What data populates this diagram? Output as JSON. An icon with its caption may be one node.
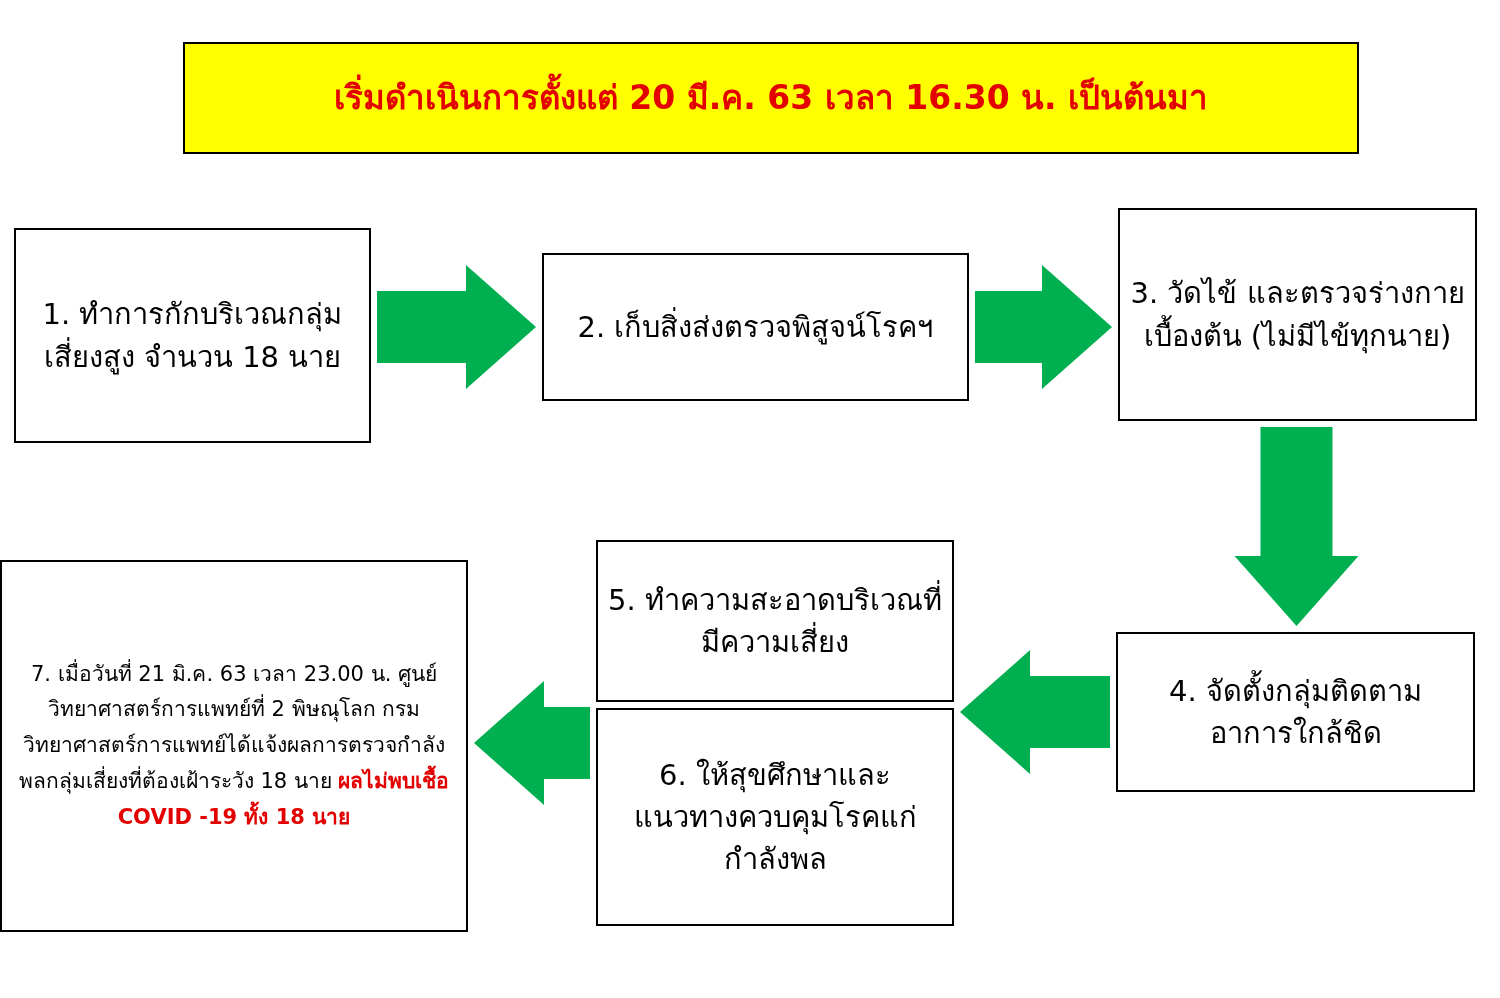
{
  "diagram": {
    "nodes": [
      {
        "text": [
          "เริ่มดำเนินการตั้งแต่ 20 มี.ค. 63 เวลา 16.30 น. เป็นต้นมา"
        ]
      },
      {
        "text": [
          "1. ทำการกักบริเวณกลุ่มเสี่ยงสูง จำนวน 18 นาย"
        ]
      },
      {
        "text": [
          "2. เก็บสิ่งส่งตรวจพิสูจน์โรคฯ"
        ]
      },
      {
        "text": [
          "3. วัดไข้ และตรวจร่างกายเบื้องต้น (ไม่มีไข้ทุกนาย)"
        ]
      },
      {
        "text": [
          "4. จัดตั้งกลุ่มติดตามอาการใกล้ชิด"
        ]
      },
      {
        "text": [
          "5. ทำความสะอาดบริเวณที่มีความเสี่ยง"
        ]
      },
      {
        "text": [
          "6. ให้สุขศึกษาและแนวทางควบคุมโรคแก่กำลังพล"
        ]
      },
      {
        "text": [
          "7. เมื่อวันที่ 21 มิ.ค. 63 เวลา 23.00 น. ศูนย์วิทยาศาสตร์การแพทย์ที่ 2 พิษณุโลก กรมวิทยาศาสตร์การแพทย์ได้แจ้งผลการตรวจกำลังพลกลุ่มเสี่ยงที่ต้องเฝ้าระวัง 18 นาย",
          "ผลไม่พบเชื้อ COVID -19 ทั้ง 18 นาย"
        ]
      }
    ],
    "edges": [
      {
        "from": 1,
        "to": 2,
        "arrow": "to"
      },
      {
        "from": 2,
        "to": 3,
        "arrow": "to"
      },
      {
        "from": 3,
        "to": 4,
        "arrow": "to"
      },
      {
        "from": 4,
        "to": 5,
        "arrow": "to"
      },
      {
        "from": 4,
        "to": 6,
        "arrow": "to"
      },
      {
        "from": 5,
        "to": 7,
        "arrow": "to"
      },
      {
        "from": 6,
        "to": 7,
        "arrow": "to"
      }
    ]
  }
}
